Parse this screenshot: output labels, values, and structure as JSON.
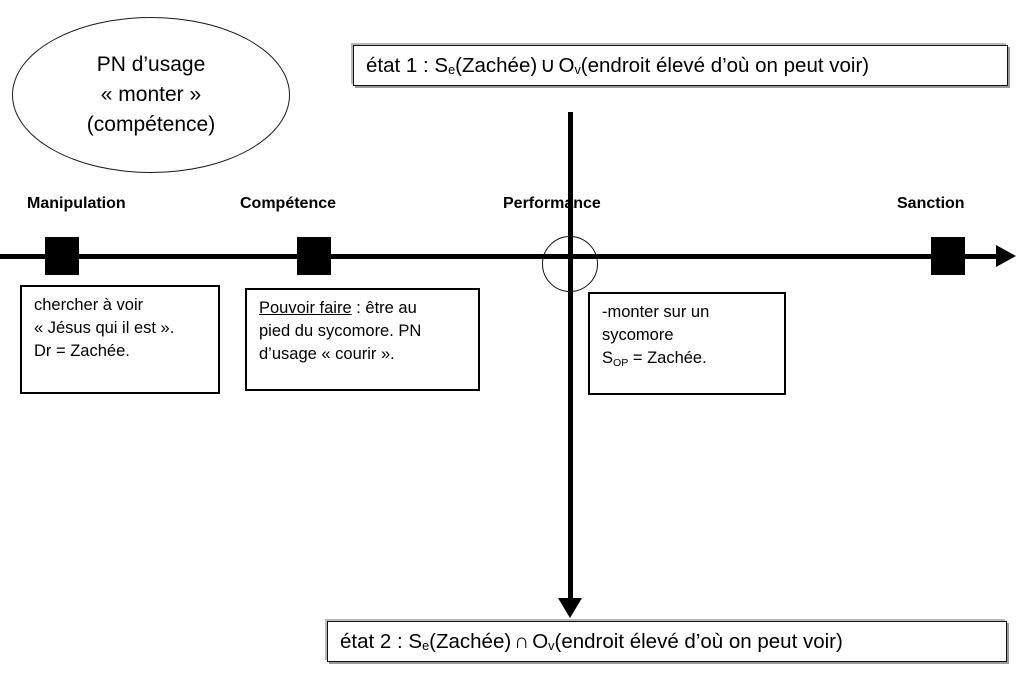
{
  "diagram": {
    "title_ellipse": {
      "lines": [
        "PN d’usage",
        "« monter »",
        "(compétence)"
      ]
    },
    "state_boxes": {
      "top": {
        "prefix": "état 1 : S",
        "sub1": "e",
        "mid": " (Zachée)",
        "operator": "∪",
        "obj": "O",
        "sub2": "v",
        "suffix": "(endroit élevé d’où on peut voir)"
      },
      "bottom": {
        "prefix": "état 2 : S",
        "sub1": "e",
        "mid": " (Zachée)",
        "operator": "∩",
        "obj": "O",
        "sub2": "v",
        "suffix": "(endroit élevé d’où on peut voir)"
      }
    },
    "axis": {
      "labels": [
        {
          "name": "manipulation",
          "text": "Manipulation",
          "marker": "filled-square"
        },
        {
          "name": "competence",
          "text": "Compétence",
          "marker": "filled-square"
        },
        {
          "name": "performance",
          "text": "Performance",
          "marker": "open-circle"
        },
        {
          "name": "sanction",
          "text": "Sanction",
          "marker": "filled-square"
        }
      ],
      "direction": "right-arrow"
    },
    "notes": {
      "manipulation": {
        "lines": [
          "chercher à voir",
          "« Jésus qui il est ».",
          "Dr = Zachée."
        ]
      },
      "competence": {
        "underlined": "Pouvoir faire",
        "line1_rest": " : être au",
        "line2": "pied du sycomore. PN",
        "line3": "d’usage « courir »."
      },
      "performance": {
        "line1": "-monter sur un",
        "line2": "sycomore",
        "line3_prefix": "S",
        "line3_sub": "OP",
        "line3_rest": " = Zachée."
      }
    },
    "colors": {
      "ink": "#000000",
      "background": "#ffffff",
      "box_shadow": "#b8b8b8"
    }
  }
}
